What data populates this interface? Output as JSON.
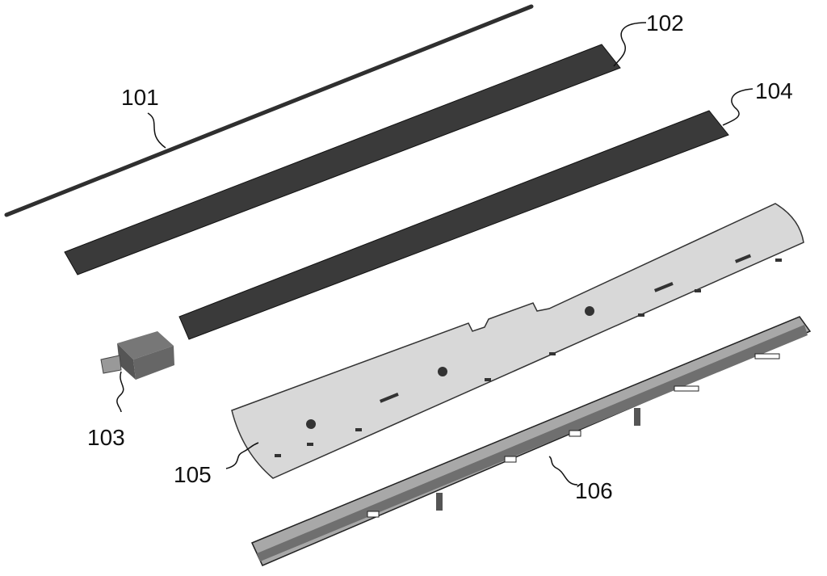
{
  "labels": {
    "rod": "101",
    "upper_strip": "102",
    "motor": "103",
    "lower_strip": "104",
    "shell": "105",
    "rail": "106"
  },
  "colors": {
    "strip": "#3a3a3a",
    "shell": "#d6d6d6",
    "rail": "#9a9a9a",
    "ink": "#111111"
  }
}
